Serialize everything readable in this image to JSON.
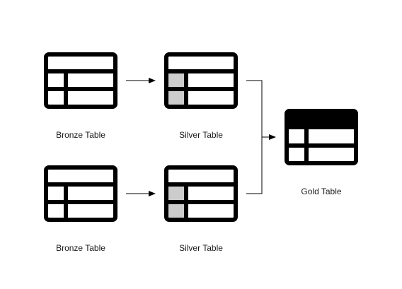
{
  "nodes": {
    "bronze_top": {
      "label": "Bronze Table"
    },
    "silver_top": {
      "label": "Silver Table"
    },
    "bronze_bottom": {
      "label": "Bronze Table"
    },
    "silver_bottom": {
      "label": "Silver Table"
    },
    "gold": {
      "label": "Gold Table"
    }
  },
  "colors": {
    "stroke": "#000000",
    "silver_fill": "#cccccc",
    "background": "#ffffff",
    "text": "#1a1a1a"
  }
}
